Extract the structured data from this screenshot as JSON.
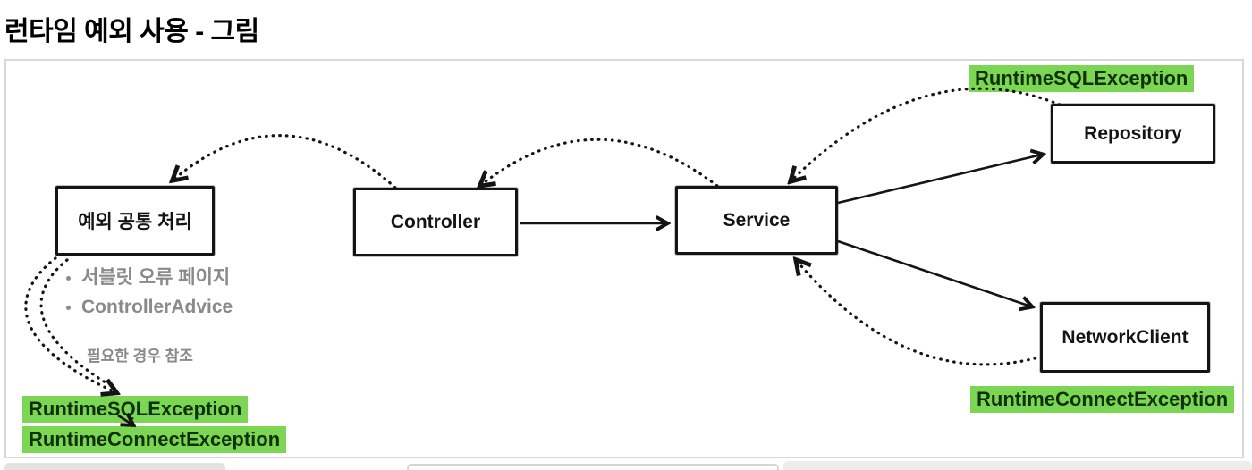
{
  "page": {
    "title": "런타임 예외 사용 - 그림"
  },
  "colors": {
    "highlight_green": "#7bd653",
    "box_border": "#141414",
    "muted_text": "#8a8a8a",
    "frame_border": "#d9d9d9",
    "ink": "#141414"
  },
  "diagram": {
    "boxes": [
      {
        "id": "exception-common-handler",
        "label": "예외 공통 처리"
      },
      {
        "id": "controller",
        "label": "Controller"
      },
      {
        "id": "service",
        "label": "Service"
      },
      {
        "id": "repository",
        "label": "Repository"
      },
      {
        "id": "network-client",
        "label": "NetworkClient"
      }
    ],
    "notes": {
      "bullets": [
        "서블릿 오류 페이지",
        "ControllerAdvice"
      ],
      "reference_note": "필요한 경우 참조"
    },
    "exception_labels": {
      "repository_throws": "RuntimeSQLException",
      "network_client_throws": "RuntimeConnectException",
      "handler_ref_sql": "RuntimeSQLException",
      "handler_ref_connect": "RuntimeConnectException"
    },
    "edges": [
      {
        "from": "Controller",
        "to": "Service",
        "style": "solid"
      },
      {
        "from": "Service",
        "to": "Repository",
        "style": "solid"
      },
      {
        "from": "Service",
        "to": "NetworkClient",
        "style": "solid"
      },
      {
        "from": "Repository",
        "to": "Service",
        "style": "dotted"
      },
      {
        "from": "NetworkClient",
        "to": "Service",
        "style": "dotted"
      },
      {
        "from": "Service",
        "to": "Controller",
        "style": "dotted"
      },
      {
        "from": "Controller",
        "to": "예외 공통 처리",
        "style": "dotted"
      },
      {
        "from": "예외 공통 처리",
        "to": "RuntimeSQLException",
        "style": "dotted"
      },
      {
        "from": "RuntimeSQLException",
        "to": "RuntimeConnectException",
        "style": "solid"
      }
    ]
  }
}
